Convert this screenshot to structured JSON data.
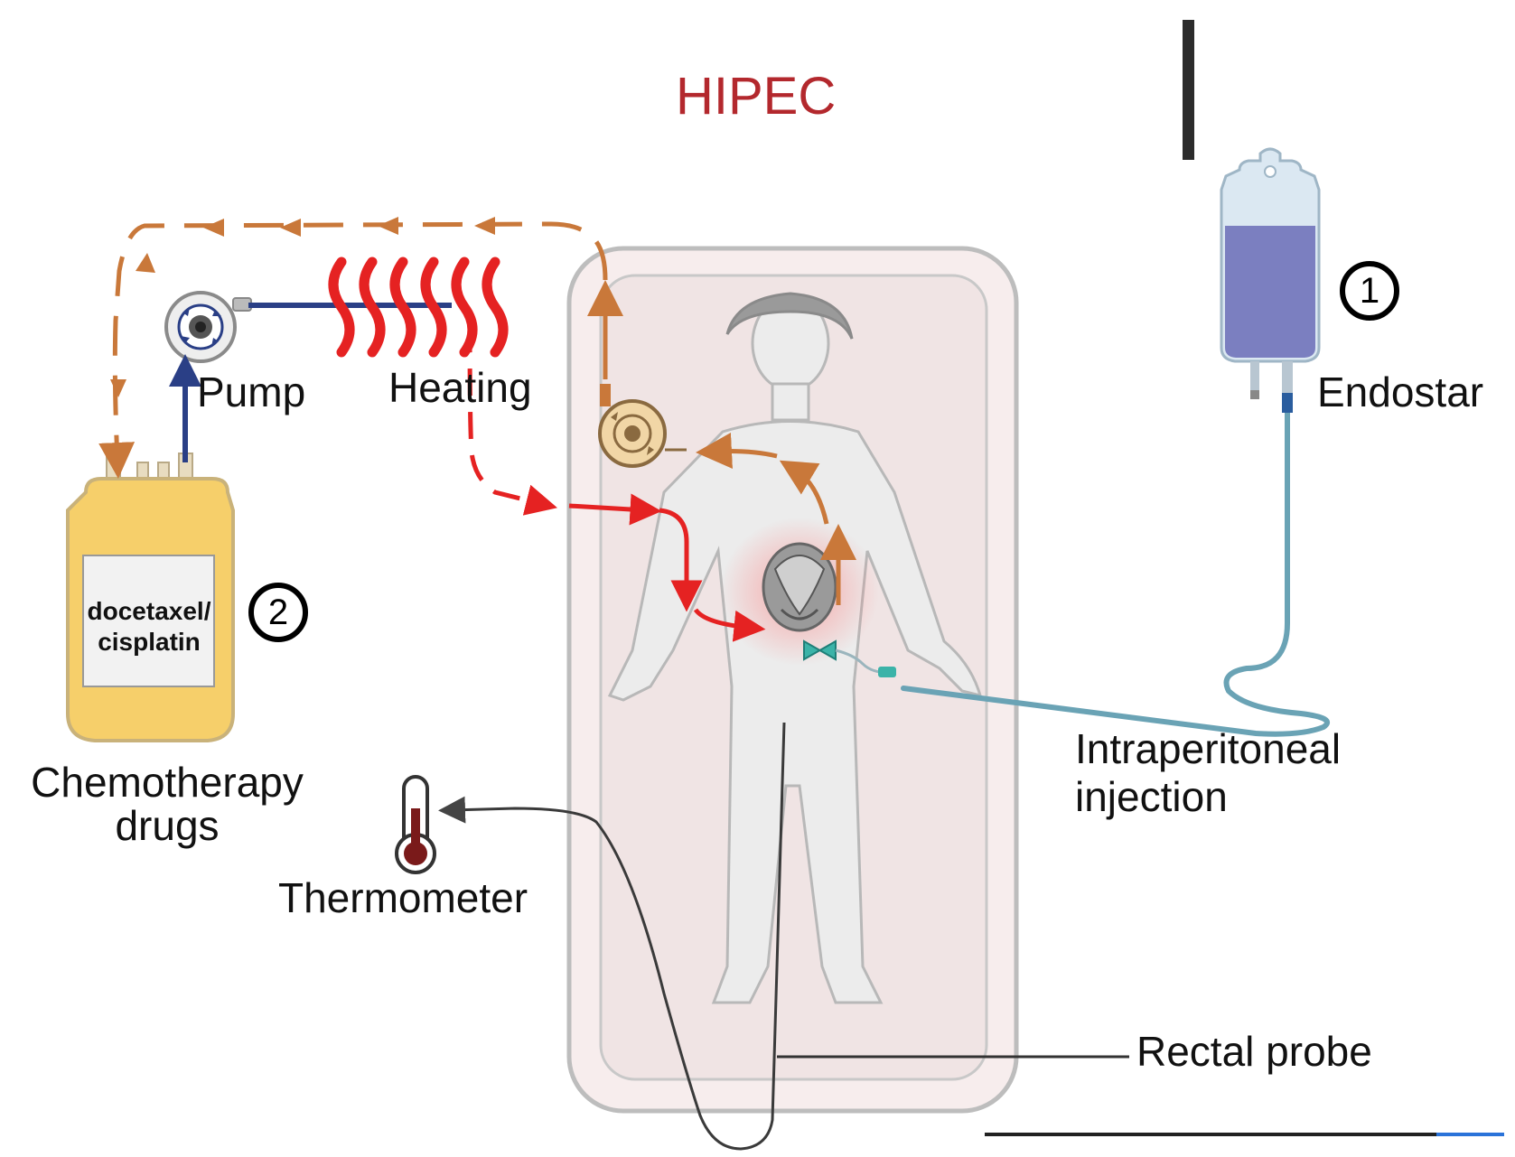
{
  "title": "HIPEC",
  "labels": {
    "pump": "Pump",
    "heating": "Heating",
    "endostar": "Endostar",
    "chemotherapy": "Chemotherapy",
    "drugs": "drugs",
    "thermometer": "Thermometer",
    "intraperitoneal": "Intraperitoneal",
    "injection": "injection",
    "rectal_probe": "Rectal probe"
  },
  "drug_bag_text": "docetaxel/ cisplatin",
  "badges": {
    "endostar": "1",
    "chemo": "2"
  },
  "colors": {
    "title": "#b3282d",
    "return_flow": "#c9783a",
    "heated_flow": "#e52222",
    "pump_line": "#2a3f86",
    "iv_fluid": "#7b7fc0",
    "chemo_bag": "#f6cf6a",
    "iv_tube": "#6aa3b5",
    "bed": "#f5e6e6"
  }
}
